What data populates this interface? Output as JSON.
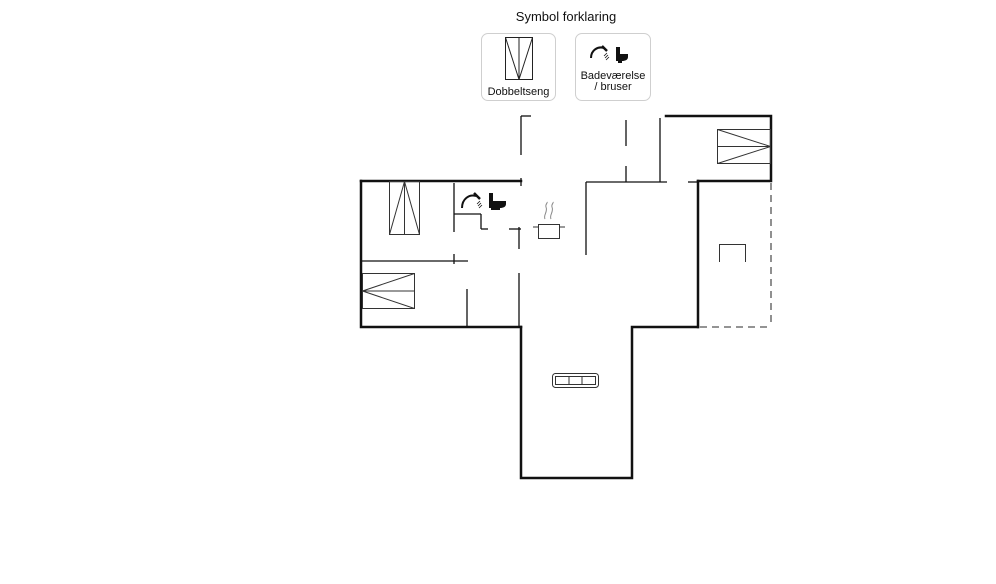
{
  "legend": {
    "title": "Symbol forklaring",
    "items": [
      {
        "label": "Dobbeltseng",
        "icon": "double-bed-icon"
      },
      {
        "label_line1": "Badeværelse",
        "label_line2": "/ bruser",
        "icon": "bathroom-shower-icon"
      }
    ]
  },
  "plan": {
    "rooms": [
      {
        "name": "bedroom-west",
        "symbols": [
          "double-bed-icon",
          "double-bed-icon"
        ]
      },
      {
        "name": "bathroom",
        "symbols": [
          "shower-icon",
          "toilet-icon"
        ]
      },
      {
        "name": "kitchen",
        "symbols": [
          "cooking-pot-icon"
        ]
      },
      {
        "name": "bedroom-northeast",
        "symbols": [
          "double-bed-icon"
        ]
      },
      {
        "name": "covered-terrace",
        "symbols": [
          "garden-chair-icon"
        ]
      },
      {
        "name": "living-room",
        "symbols": [
          "sofa-icon"
        ]
      }
    ],
    "colors": {
      "wall": "#111111",
      "furniture": "#333333",
      "background": "#ffffff"
    }
  }
}
